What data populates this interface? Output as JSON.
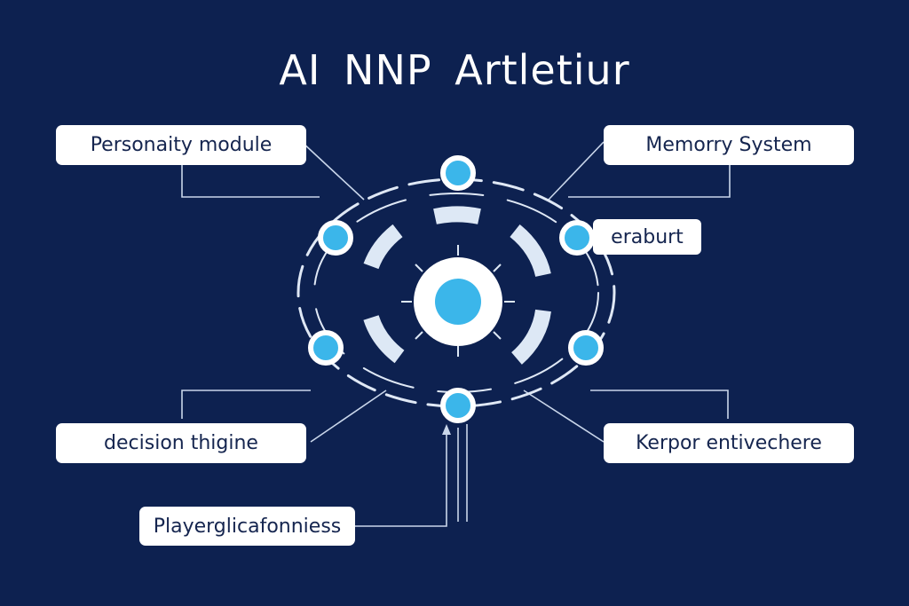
{
  "title": "AI NNP  Artletiur",
  "labels": {
    "personality": "Personaity module",
    "memory": "Memorry System",
    "erabur": "eraburt",
    "decision": "decision thigine",
    "kerpor": "Kerpor entivechere",
    "player": "Playerglicafonniess"
  },
  "colors": {
    "background": "#0d2150",
    "node_fill": "#3bb6ea",
    "line": "#c9d6ea",
    "box": "#ffffff",
    "box_text": "#15254f",
    "ring_segment": "#dde8f5"
  }
}
